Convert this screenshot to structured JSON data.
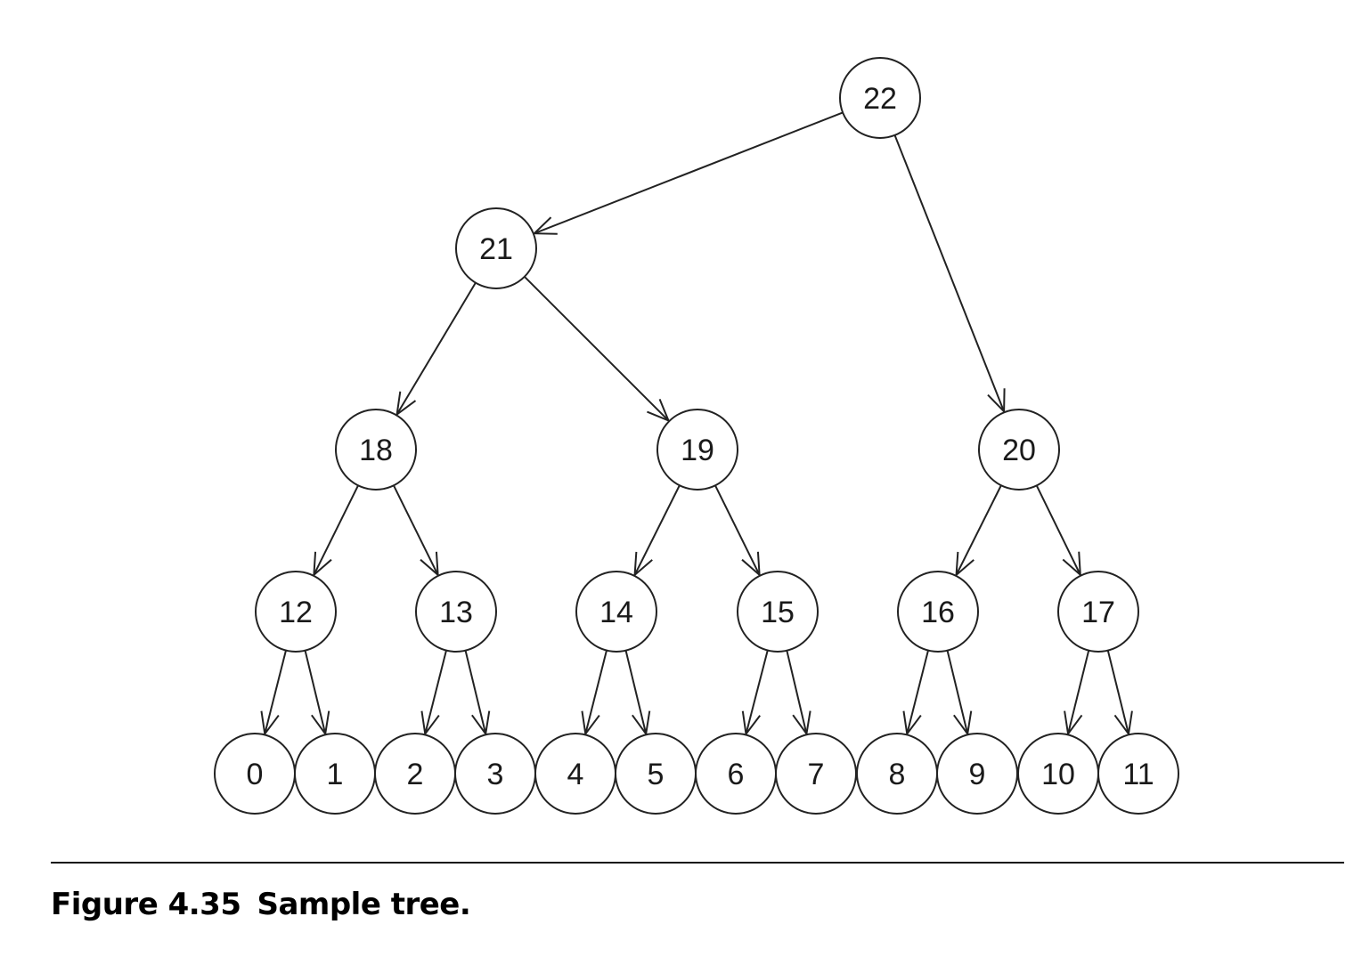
{
  "diagram": {
    "type": "tree",
    "nodes": [
      {
        "id": "22",
        "label": "22",
        "level": 0
      },
      {
        "id": "21",
        "label": "21",
        "level": 1
      },
      {
        "id": "20",
        "label": "20",
        "level": 2
      },
      {
        "id": "18",
        "label": "18",
        "level": 2
      },
      {
        "id": "19",
        "label": "19",
        "level": 2
      },
      {
        "id": "12",
        "label": "12",
        "level": 3
      },
      {
        "id": "13",
        "label": "13",
        "level": 3
      },
      {
        "id": "14",
        "label": "14",
        "level": 3
      },
      {
        "id": "15",
        "label": "15",
        "level": 3
      },
      {
        "id": "16",
        "label": "16",
        "level": 3
      },
      {
        "id": "17",
        "label": "17",
        "level": 3
      },
      {
        "id": "0",
        "label": "0",
        "level": 4
      },
      {
        "id": "1",
        "label": "1",
        "level": 4
      },
      {
        "id": "2",
        "label": "2",
        "level": 4
      },
      {
        "id": "3",
        "label": "3",
        "level": 4
      },
      {
        "id": "4",
        "label": "4",
        "level": 4
      },
      {
        "id": "5",
        "label": "5",
        "level": 4
      },
      {
        "id": "6",
        "label": "6",
        "level": 4
      },
      {
        "id": "7",
        "label": "7",
        "level": 4
      },
      {
        "id": "8",
        "label": "8",
        "level": 4
      },
      {
        "id": "9",
        "label": "9",
        "level": 4
      },
      {
        "id": "10",
        "label": "10",
        "level": 4
      },
      {
        "id": "11",
        "label": "11",
        "level": 4
      }
    ],
    "edges": [
      {
        "from": "22",
        "to": "21"
      },
      {
        "from": "22",
        "to": "20"
      },
      {
        "from": "21",
        "to": "18"
      },
      {
        "from": "21",
        "to": "19"
      },
      {
        "from": "18",
        "to": "12"
      },
      {
        "from": "18",
        "to": "13"
      },
      {
        "from": "19",
        "to": "14"
      },
      {
        "from": "19",
        "to": "15"
      },
      {
        "from": "20",
        "to": "16"
      },
      {
        "from": "20",
        "to": "17"
      },
      {
        "from": "12",
        "to": "0"
      },
      {
        "from": "12",
        "to": "1"
      },
      {
        "from": "13",
        "to": "2"
      },
      {
        "from": "13",
        "to": "3"
      },
      {
        "from": "14",
        "to": "4"
      },
      {
        "from": "14",
        "to": "5"
      },
      {
        "from": "15",
        "to": "6"
      },
      {
        "from": "15",
        "to": "7"
      },
      {
        "from": "16",
        "to": "8"
      },
      {
        "from": "16",
        "to": "9"
      },
      {
        "from": "17",
        "to": "10"
      },
      {
        "from": "17",
        "to": "11"
      }
    ]
  },
  "caption": {
    "number": "Figure 4.35",
    "text": "Sample tree."
  },
  "colors": {
    "stroke": "#222222",
    "background": "#ffffff"
  }
}
